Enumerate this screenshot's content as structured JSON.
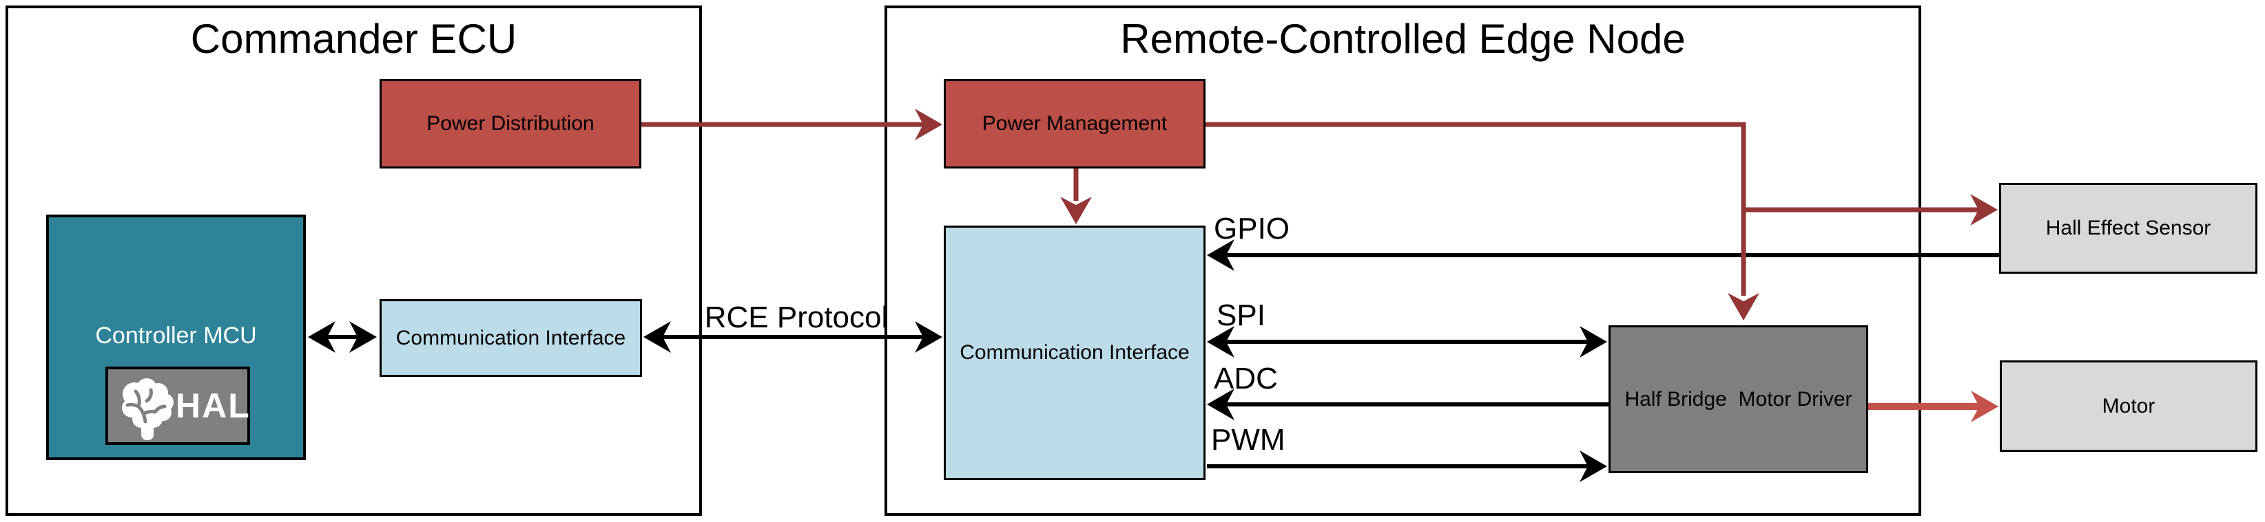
{
  "diagram": {
    "commander": {
      "title": "Commander ECU"
    },
    "remote": {
      "title": "Remote-Controlled Edge Node"
    },
    "blocks": {
      "power_distribution": "Power Distribution",
      "controller_mcu": "Controller MCU",
      "hal_badge": "HAL",
      "comm_interface_left": "Communication Interface",
      "power_management": "Power Management",
      "comm_interface_right": "Communication Interface",
      "half_bridge": "Half Bridge  Motor Driver",
      "hall_sensor": "Hall Effect Sensor",
      "motor": "Motor"
    },
    "signal_labels": {
      "rce": "RCE Protocol",
      "gpio": "GPIO",
      "spi": "SPI",
      "adc": "ADC",
      "pwm": "PWM"
    },
    "colors": {
      "power_box_red": "#BC4F47",
      "power_line_dark_red": "#943634",
      "motor_line_red": "#C4524A",
      "mcu_teal": "#2E8399",
      "comm_light_blue": "#BCDCE9",
      "device_light_gray": "#D9D9D9",
      "driver_dark_gray": "#7F7F7F",
      "hal_badge_gray": "#808080",
      "signal_black": "#000000",
      "background": "#FFFFFF"
    },
    "edges": [
      {
        "from": "Power Distribution",
        "to": "Power Management",
        "label": "",
        "type": "power",
        "direction": "one-way"
      },
      {
        "from": "Power Management",
        "to": "Communication Interface (edge node)",
        "label": "",
        "type": "power",
        "direction": "one-way"
      },
      {
        "from": "Power Management",
        "to": "Hall Effect Sensor",
        "label": "",
        "type": "power",
        "direction": "one-way"
      },
      {
        "from": "Power Management",
        "to": "Half Bridge  Motor Driver",
        "label": "",
        "type": "power",
        "direction": "one-way"
      },
      {
        "from": "Controller MCU",
        "to": "Communication Interface (commander)",
        "label": "",
        "type": "signal",
        "direction": "two-way"
      },
      {
        "from": "Communication Interface (commander)",
        "to": "Communication Interface (edge node)",
        "label": "RCE Protocol",
        "type": "signal",
        "direction": "two-way"
      },
      {
        "from": "Hall Effect Sensor",
        "to": "Communication Interface (edge node)",
        "label": "GPIO",
        "type": "signal",
        "direction": "one-way"
      },
      {
        "from": "Communication Interface (edge node)",
        "to": "Half Bridge  Motor Driver",
        "label": "SPI",
        "type": "signal",
        "direction": "two-way"
      },
      {
        "from": "Half Bridge  Motor Driver",
        "to": "Communication Interface (edge node)",
        "label": "ADC",
        "type": "signal",
        "direction": "one-way"
      },
      {
        "from": "Communication Interface (edge node)",
        "to": "Half Bridge  Motor Driver",
        "label": "PWM",
        "type": "signal",
        "direction": "one-way"
      },
      {
        "from": "Half Bridge  Motor Driver",
        "to": "Motor",
        "label": "",
        "type": "motor-drive",
        "direction": "one-way"
      }
    ]
  }
}
